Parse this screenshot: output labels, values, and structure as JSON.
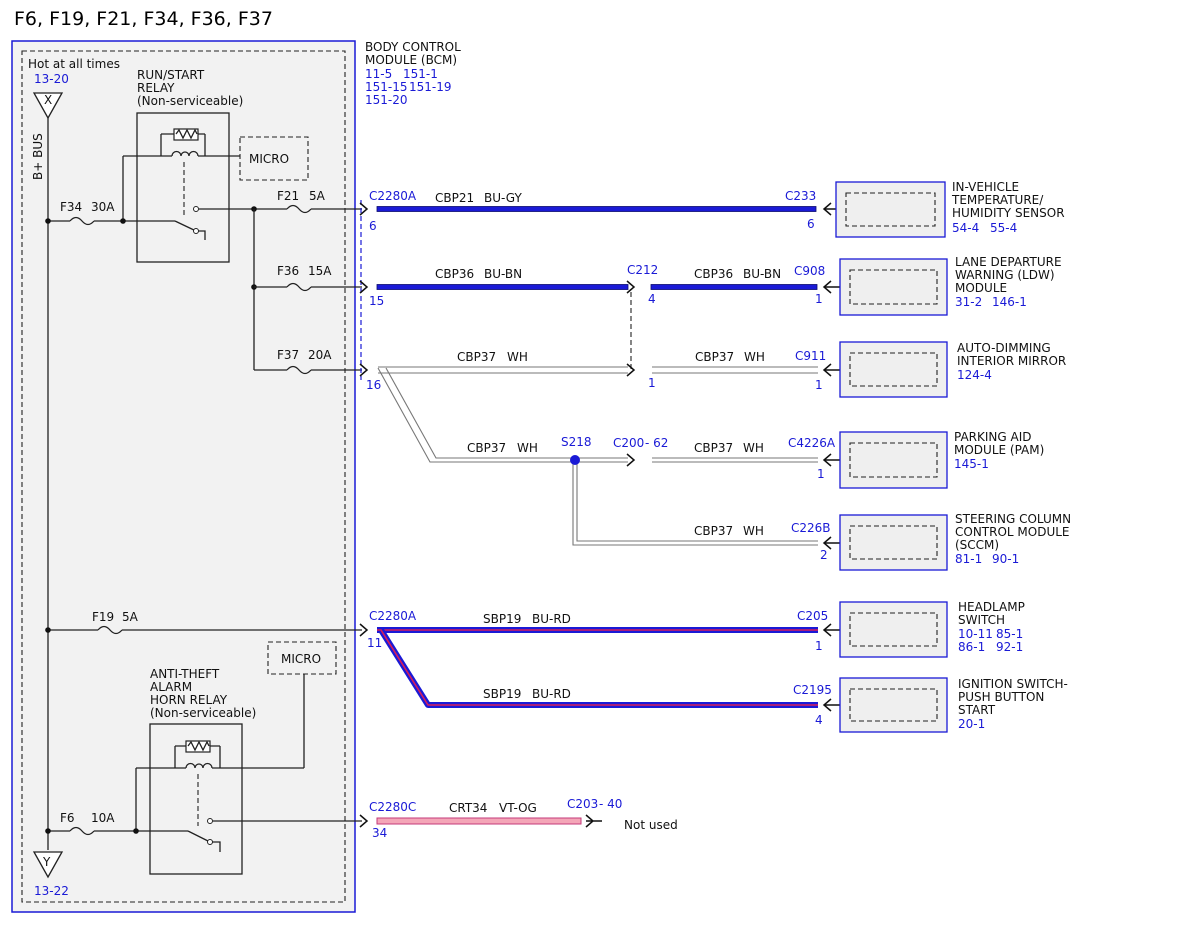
{
  "title": "F6, F19, F21, F34, F36, F37",
  "power": {
    "hot_label": "Hot at all times",
    "bus_label": "B+ BUS",
    "top_ref": "13-20",
    "top_node": "X",
    "bottom_ref": "13-22",
    "bottom_node": "Y"
  },
  "relays": {
    "run_start": {
      "line1": "RUN/START",
      "line2": "RELAY",
      "line3": "(Non-serviceable)"
    },
    "horn": {
      "line1": "ANTI-THEFT",
      "line2": "ALARM",
      "line3": "HORN RELAY",
      "line4": "(Non-serviceable)"
    },
    "micro_label": "MICRO"
  },
  "fuses": {
    "f34": {
      "name": "F34",
      "rating": "30A"
    },
    "f21": {
      "name": "F21",
      "rating": "5A"
    },
    "f36": {
      "name": "F36",
      "rating": "15A"
    },
    "f37": {
      "name": "F37",
      "rating": "20A"
    },
    "f19": {
      "name": "F19",
      "rating": "5A"
    },
    "f6": {
      "name": "F6",
      "rating": "10A"
    }
  },
  "bcm": {
    "line1": "BODY CONTROL",
    "line2": "MODULE (BCM)",
    "refs": [
      "11-5",
      "151-1",
      "151-15",
      "151-19",
      "151-20"
    ]
  },
  "connectors": {
    "c2280a_top": {
      "name": "C2280A",
      "pin": "6"
    },
    "pin15": "15",
    "pin16": "16",
    "c2280a_bottom": {
      "name": "C2280A",
      "pin": "11"
    },
    "c2280c": {
      "name": "C2280C",
      "pin": "34"
    },
    "c212": {
      "name": "C212",
      "pin_left": "4",
      "pin_right": "1"
    },
    "s218": "S218",
    "c200": {
      "name": "C200",
      "pin": "- 62"
    },
    "c203": {
      "name": "C203",
      "pin": "- 40"
    }
  },
  "wires": {
    "cbp21": {
      "circuit": "CBP21",
      "color": "BU-GY"
    },
    "cbp36": {
      "circuit": "CBP36",
      "color": "BU-BN"
    },
    "cbp37": {
      "circuit": "CBP37",
      "color": "WH"
    },
    "sbp19": {
      "circuit": "SBP19",
      "color": "BU-RD"
    },
    "crt34": {
      "circuit": "CRT34",
      "color": "VT-OG"
    }
  },
  "not_used": "Not used",
  "components": [
    {
      "connector": "C233",
      "pin": "6",
      "name": [
        "IN-VEHICLE",
        "TEMPERATURE/",
        "HUMIDITY SENSOR"
      ],
      "refs": [
        "54-4",
        "55-4"
      ]
    },
    {
      "connector": "C908",
      "pin": "1",
      "name": [
        "LANE DEPARTURE",
        "WARNING (LDW)",
        "MODULE"
      ],
      "refs": [
        "31-2",
        "146-1"
      ]
    },
    {
      "connector": "C911",
      "pin": "1",
      "name": [
        "AUTO-DIMMING",
        "INTERIOR MIRROR"
      ],
      "refs": [
        "124-4"
      ]
    },
    {
      "connector": "C4226A",
      "pin": "1",
      "name": [
        "PARKING AID",
        "MODULE (PAM)"
      ],
      "refs": [
        "145-1"
      ]
    },
    {
      "connector": "C226B",
      "pin": "2",
      "name": [
        "STEERING COLUMN",
        "CONTROL MODULE",
        "(SCCM)"
      ],
      "refs": [
        "81-1",
        "90-1"
      ]
    },
    {
      "connector": "C205",
      "pin": "1",
      "name": [
        "HEADLAMP",
        "SWITCH"
      ],
      "refs": [
        "10-11",
        "85-1",
        "86-1",
        "92-1"
      ]
    },
    {
      "connector": "C2195",
      "pin": "4",
      "name": [
        "IGNITION SWITCH-",
        "PUSH BUTTON",
        "START"
      ],
      "refs": [
        "20-1"
      ]
    }
  ],
  "colors": {
    "bu_gy": "#1a1ad6",
    "bu_bn": "#1a1ad6",
    "bu_rd_outer": "#1a1ad6",
    "bu_rd_inner": "#d81e5b",
    "vt_og_outer": "#c43a7a",
    "vt_og_inner": "#f4a6b8",
    "ref_text": "#1a1ad6",
    "module_fill": "#efefef",
    "module_border": "#1a1ad6"
  }
}
